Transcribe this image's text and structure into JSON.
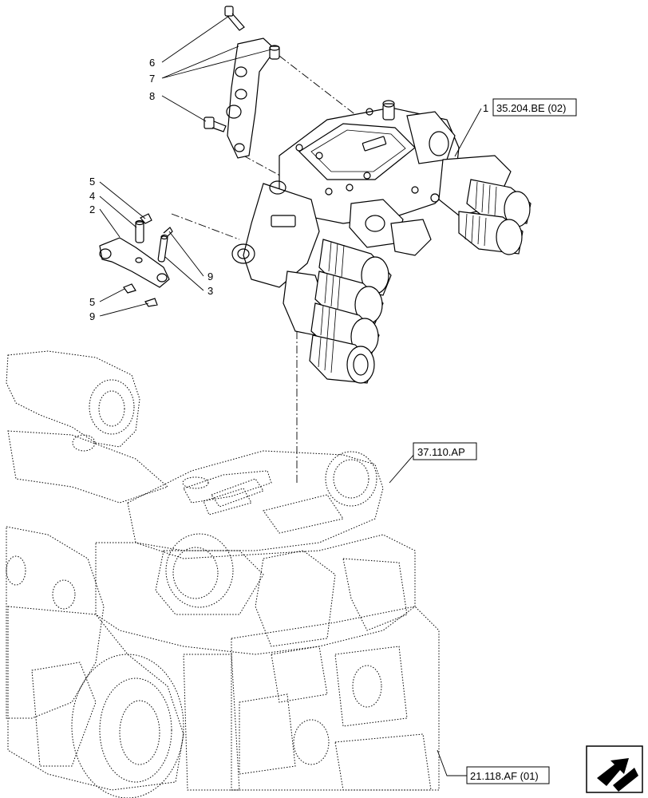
{
  "callouts": [
    {
      "id": "c6",
      "text": "6"
    },
    {
      "id": "c7",
      "text": "7"
    },
    {
      "id": "c8",
      "text": "8"
    },
    {
      "id": "c1",
      "text": "1"
    },
    {
      "id": "c5a",
      "text": "5"
    },
    {
      "id": "c4",
      "text": "4"
    },
    {
      "id": "c2",
      "text": "2"
    },
    {
      "id": "c9a",
      "text": "9"
    },
    {
      "id": "c3",
      "text": "3"
    },
    {
      "id": "c5b",
      "text": "5"
    },
    {
      "id": "c9b",
      "text": "9"
    }
  ],
  "references": {
    "valve_ref": "35.204.BE (02)",
    "housing_ref": "37.110.AP",
    "engine_ref": "21.118.AF (01)"
  },
  "nav_icon": "next-page-arrow-icon"
}
